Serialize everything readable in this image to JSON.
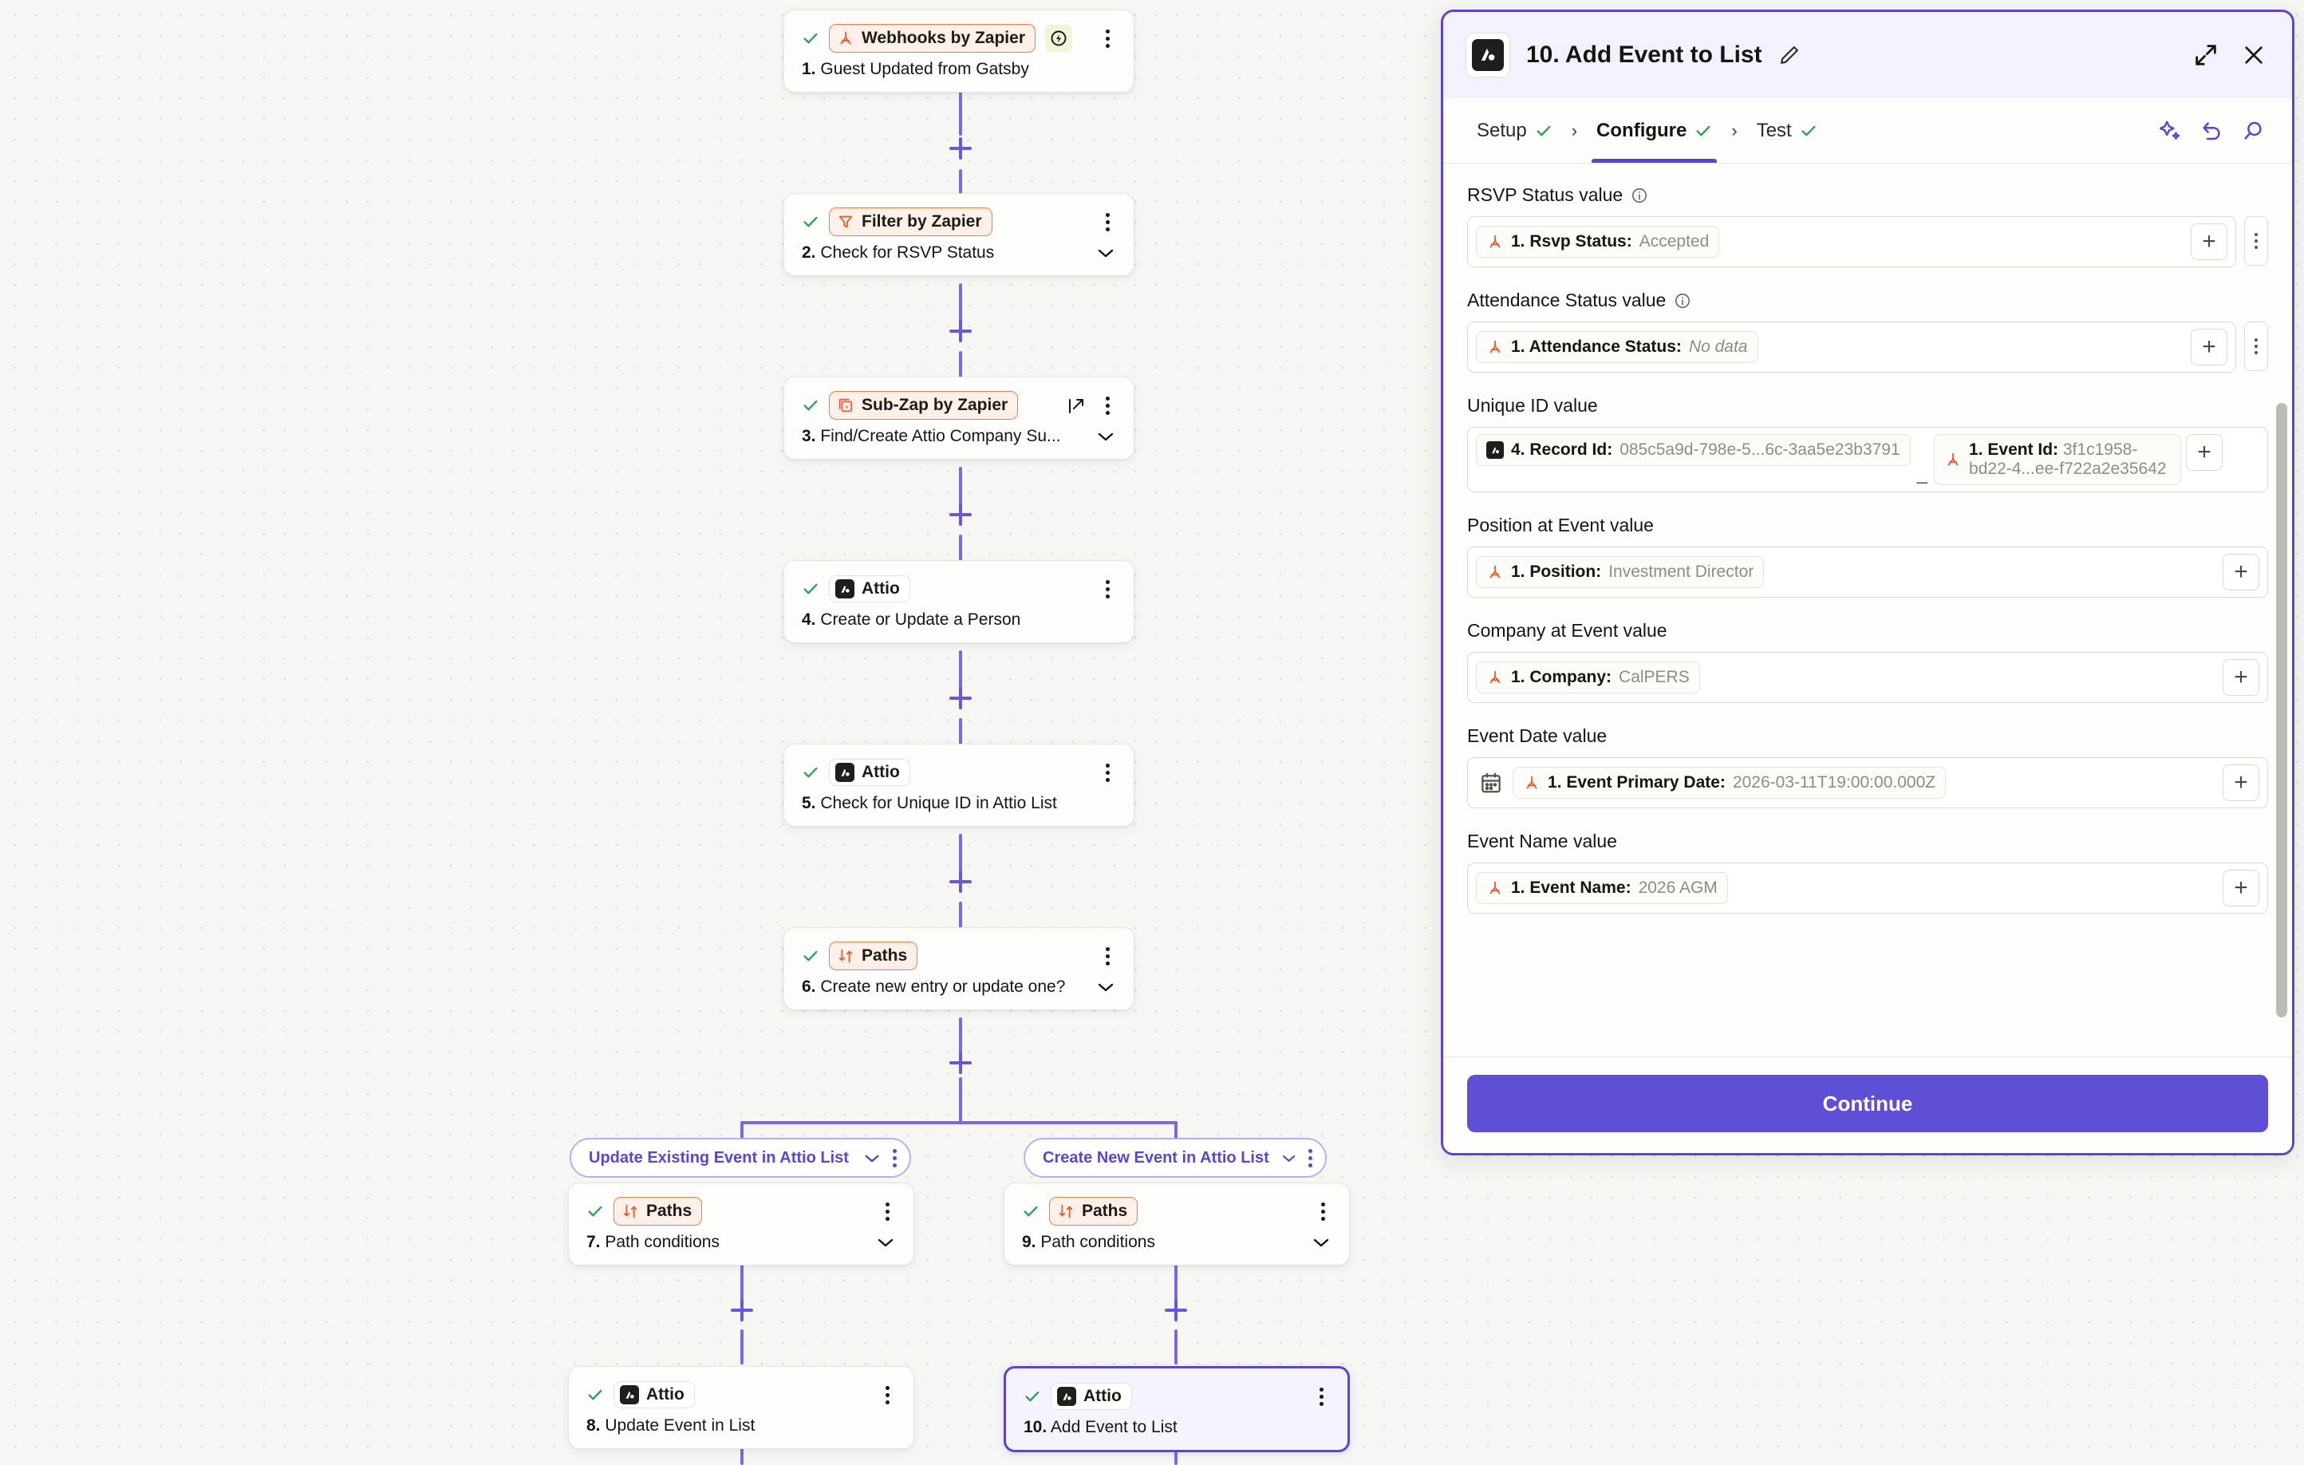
{
  "canvas": {
    "nodes": [
      {
        "id": "n1",
        "status_icon": "check-icon",
        "app": "Webhooks by Zapier",
        "app_icon": "zapier-icon",
        "badge": "bolt-icon",
        "num": "1.",
        "title": "Guest Updated from Gatsby",
        "chevron": false,
        "external": false,
        "selected": false
      },
      {
        "id": "n2",
        "status_icon": "check-icon",
        "app": "Filter by Zapier",
        "app_icon": "filter-icon",
        "num": "2.",
        "title": "Check for RSVP Status",
        "chevron": true,
        "external": false,
        "selected": false
      },
      {
        "id": "n3",
        "status_icon": "check-icon",
        "app": "Sub-Zap by Zapier",
        "app_icon": "subzap-icon",
        "num": "3.",
        "title": "Find/Create Attio Company Su...",
        "chevron": true,
        "external": true,
        "selected": false
      },
      {
        "id": "n4",
        "status_icon": "check-icon",
        "app": "Attio",
        "app_icon": "attio-icon",
        "num": "4.",
        "title": "Create or Update a Person",
        "chevron": false,
        "external": false,
        "selected": false
      },
      {
        "id": "n5",
        "status_icon": "check-icon",
        "app": "Attio",
        "app_icon": "attio-icon",
        "num": "5.",
        "title": "Check for Unique ID in Attio List",
        "chevron": false,
        "external": false,
        "selected": false
      },
      {
        "id": "n6",
        "status_icon": "check-icon",
        "app": "Paths",
        "app_icon": "paths-icon",
        "num": "6.",
        "title": "Create new entry or update one?",
        "chevron": true,
        "external": false,
        "selected": false
      },
      {
        "id": "n7",
        "status_icon": "check-icon",
        "app": "Paths",
        "app_icon": "paths-icon",
        "num": "7.",
        "title": "Path conditions",
        "chevron": true,
        "external": false,
        "selected": false
      },
      {
        "id": "n8",
        "status_icon": "check-icon",
        "app": "Attio",
        "app_icon": "attio-icon",
        "num": "8.",
        "title": "Update Event in List",
        "chevron": false,
        "external": false,
        "selected": false
      },
      {
        "id": "n9",
        "status_icon": "check-icon",
        "app": "Paths",
        "app_icon": "paths-icon",
        "num": "9.",
        "title": "Path conditions",
        "chevron": true,
        "external": false,
        "selected": false
      },
      {
        "id": "n10",
        "status_icon": "check-icon",
        "app": "Attio",
        "app_icon": "attio-icon",
        "num": "10.",
        "title": "Add Event to List",
        "chevron": false,
        "external": false,
        "selected": true
      }
    ],
    "path_pills": [
      {
        "id": "pathA",
        "label": "Update Existing Event in Attio List"
      },
      {
        "id": "pathB",
        "label": "Create New Event in Attio List"
      }
    ],
    "add_step_icon": "plus-icon"
  },
  "panel": {
    "app_icon": "attio-icon",
    "title": "10. Add Event to List",
    "edit_icon": "pencil-icon",
    "expand_icon": "expand-icon",
    "close_icon": "close-icon",
    "tabs": [
      {
        "label": "Setup",
        "check": "check-icon",
        "active": false
      },
      {
        "label": "Configure",
        "check": "check-icon",
        "active": true
      },
      {
        "label": "Test",
        "check": "check-icon",
        "active": false
      }
    ],
    "tab_separator": "›",
    "tools": [
      {
        "icon": "sparkles-icon",
        "name": "ai-assist-button"
      },
      {
        "icon": "undo-icon",
        "name": "revert-button"
      },
      {
        "icon": "search-icon",
        "name": "search-button"
      }
    ],
    "fields": [
      {
        "label": "RSVP Status value",
        "info": true,
        "icon": null,
        "tokens": [
          {
            "icon": "zapier-icon",
            "name": "1. Rsvp Status:",
            "value": "Accepted",
            "italic": false
          }
        ],
        "plus": "+",
        "dots": true
      },
      {
        "label": "Attendance Status value",
        "info": true,
        "icon": null,
        "tokens": [
          {
            "icon": "zapier-icon",
            "name": "1. Attendance Status:",
            "value": "No data",
            "italic": true
          }
        ],
        "plus": "+",
        "dots": true
      },
      {
        "label": "Unique ID value",
        "info": false,
        "icon": null,
        "tokens": [
          {
            "icon": "attio-icon",
            "name": "4. Record Id:",
            "value": "085c5a9d-798e-5...6c-3aa5e23b3791",
            "italic": false
          },
          {
            "separator": "_"
          },
          {
            "icon": "zapier-icon",
            "name": "1. Event Id:",
            "value": "3f1c1958-bd22-4...ee-f722a2e35642",
            "italic": false
          }
        ],
        "plus": "+",
        "dots": false
      },
      {
        "label": "Position at Event value",
        "info": false,
        "icon": null,
        "tokens": [
          {
            "icon": "zapier-icon",
            "name": "1. Position:",
            "value": "Investment Director",
            "italic": false
          }
        ],
        "plus": "+",
        "dots": false
      },
      {
        "label": "Company at Event value",
        "info": false,
        "icon": null,
        "tokens": [
          {
            "icon": "zapier-icon",
            "name": "1. Company:",
            "value": "CalPERS",
            "italic": false
          }
        ],
        "plus": "+",
        "dots": false
      },
      {
        "label": "Event Date value",
        "info": false,
        "icon": "calendar-icon",
        "tokens": [
          {
            "icon": "zapier-icon",
            "name": "1. Event Primary Date:",
            "value": "2026-03-11T19:00:00.000Z",
            "italic": false
          }
        ],
        "plus": "+",
        "dots": false
      },
      {
        "label": "Event Name value",
        "info": false,
        "icon": null,
        "tokens": [
          {
            "icon": "zapier-icon",
            "name": "1. Event Name:",
            "value": "2026 AGM",
            "italic": false
          }
        ],
        "plus": "+",
        "dots": false
      }
    ],
    "continue_label": "Continue"
  },
  "colors": {
    "accent": "#5a44d6",
    "accent_button": "#5f4fd6",
    "zapier_orange": "#f07a4e",
    "check_green": "#2f9e5a",
    "canvas_bg": "#f7f6f3",
    "panel_head_bg": "#f3f1fe"
  }
}
